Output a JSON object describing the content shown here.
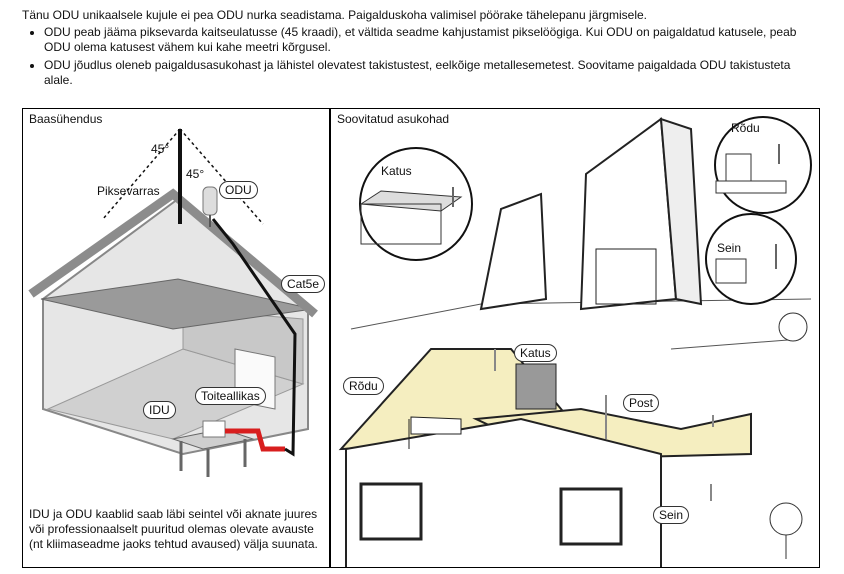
{
  "intro": {
    "paragraph": "Tänu ODU unikaalsele kujule ei pea ODU nurka seadistama. Paigalduskoha valimisel pöörake tähelepanu järgmisele.",
    "bullets": [
      "ODU peab jääma piksevarda kaitseulatusse (45 kraadi), et vältida seadme kahjustamist pikselöögiga. Kui ODU on paigaldatud katusele, peab ODU olema katusest vähem kui kahe meetri kõrgusel.",
      "ODU jõudlus oleneb paigaldusasukohast ja lähistel olevatest takistustest, eelkõige metallesemetest. Soovitame paigaldada ODU takistusteta alale."
    ]
  },
  "left_panel": {
    "title": "Baasühendus",
    "angle_left": "45°",
    "angle_right": "45°",
    "lightning_rod": "Piksevarras",
    "odu": "ODU",
    "cat5e": "Cat5e",
    "power_adapter": "Toiteallikas",
    "idu": "IDU",
    "note": "IDU ja ODU kaablid saab läbi seintel või aknate juures või professionaalselt puuritud olemas olevate avauste (nt kliimaseadme jaoks tehtud avaused) välja suunata."
  },
  "right_panel": {
    "title": "Soovitatud asukohad",
    "roof_top": "Katus",
    "balcony_top": "Rõdu",
    "wall_top": "Sein",
    "roof_bottom": "Katus",
    "balcony_bottom": "Rõdu",
    "post": "Post",
    "wall_bottom": "Sein"
  },
  "colors": {
    "cable": "#d81e1e",
    "roof_yellow": "#f5eec0",
    "house_grey": "#a6a6a6"
  }
}
